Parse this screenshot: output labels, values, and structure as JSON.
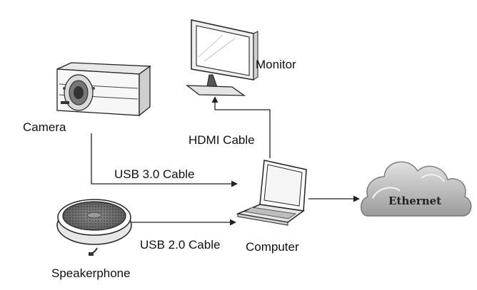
{
  "devices": {
    "monitor": "Monitor",
    "camera": "Camera",
    "computer": "Computer",
    "speakerphone": "Speakerphone",
    "network": "Ethernet"
  },
  "connections": {
    "hdmi": "HDMI Cable",
    "usb3": "USB 3.0 Cable",
    "usb2": "USB 2.0 Cable"
  },
  "colors": {
    "line": "#222222",
    "device_fill": "#f2f2f2",
    "cloud_fill": "#c9c9c9",
    "cloud_dark": "#8a8a8a"
  }
}
